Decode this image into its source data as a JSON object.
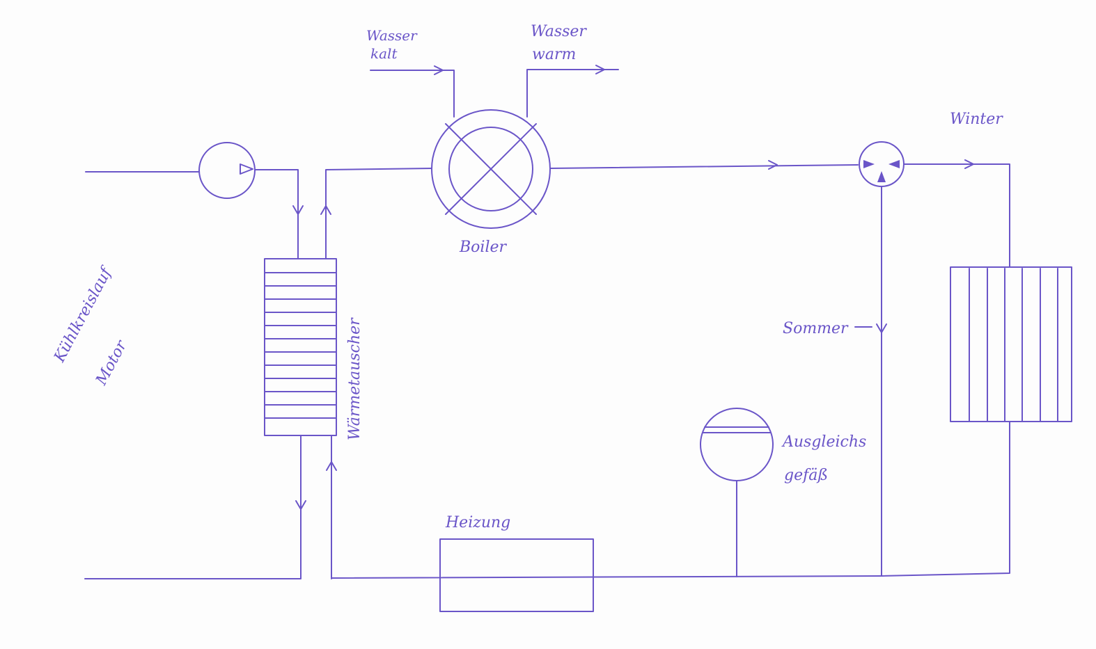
{
  "labels": {
    "wasser_kalt_1": "Wasser",
    "wasser_kalt_2": "kalt",
    "wasser_warm_1": "Wasser",
    "wasser_warm_2": "warm",
    "boiler": "Boiler",
    "winter": "Winter",
    "sommer": "Sommer",
    "kuehlkreislauf": "Kühlkreislauf",
    "motor": "Motor",
    "waermetauscher": "Wärmetauscher",
    "ausgleichsgefaess_1": "Ausgleichs",
    "ausgleichsgefaess_2": "gefäß",
    "heizung": "Heizung"
  },
  "colors": {
    "ink": "#6a55c8",
    "paper": "#fdfdfd"
  }
}
